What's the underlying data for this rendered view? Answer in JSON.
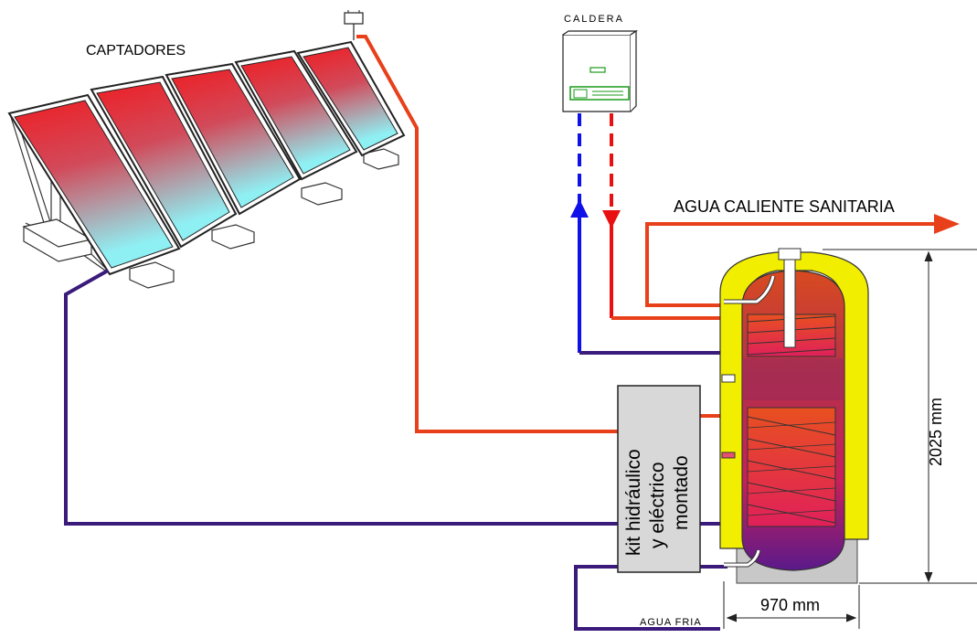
{
  "labels": {
    "captadores": "CAPTADORES",
    "caldera": "CALDERA",
    "acs": "AGUA CALIENTE SANITARIA",
    "kit_line1": "kit hidráulico",
    "kit_line2": "y eléctrico",
    "kit_line3": "montado",
    "agua_fria": "AGUA FRIA",
    "height": "2025 mm",
    "width": "970 mm"
  },
  "colors": {
    "hot_pipe": "#e8401a",
    "cold_pipe": "#3a1a7a",
    "boiler_supply": "#e81010",
    "boiler_return": "#1010e8",
    "insulation": "#f2ee00",
    "panel_hot": "#ee1e24",
    "panel_cold": "#8ff0f4"
  },
  "panel_count": 5
}
